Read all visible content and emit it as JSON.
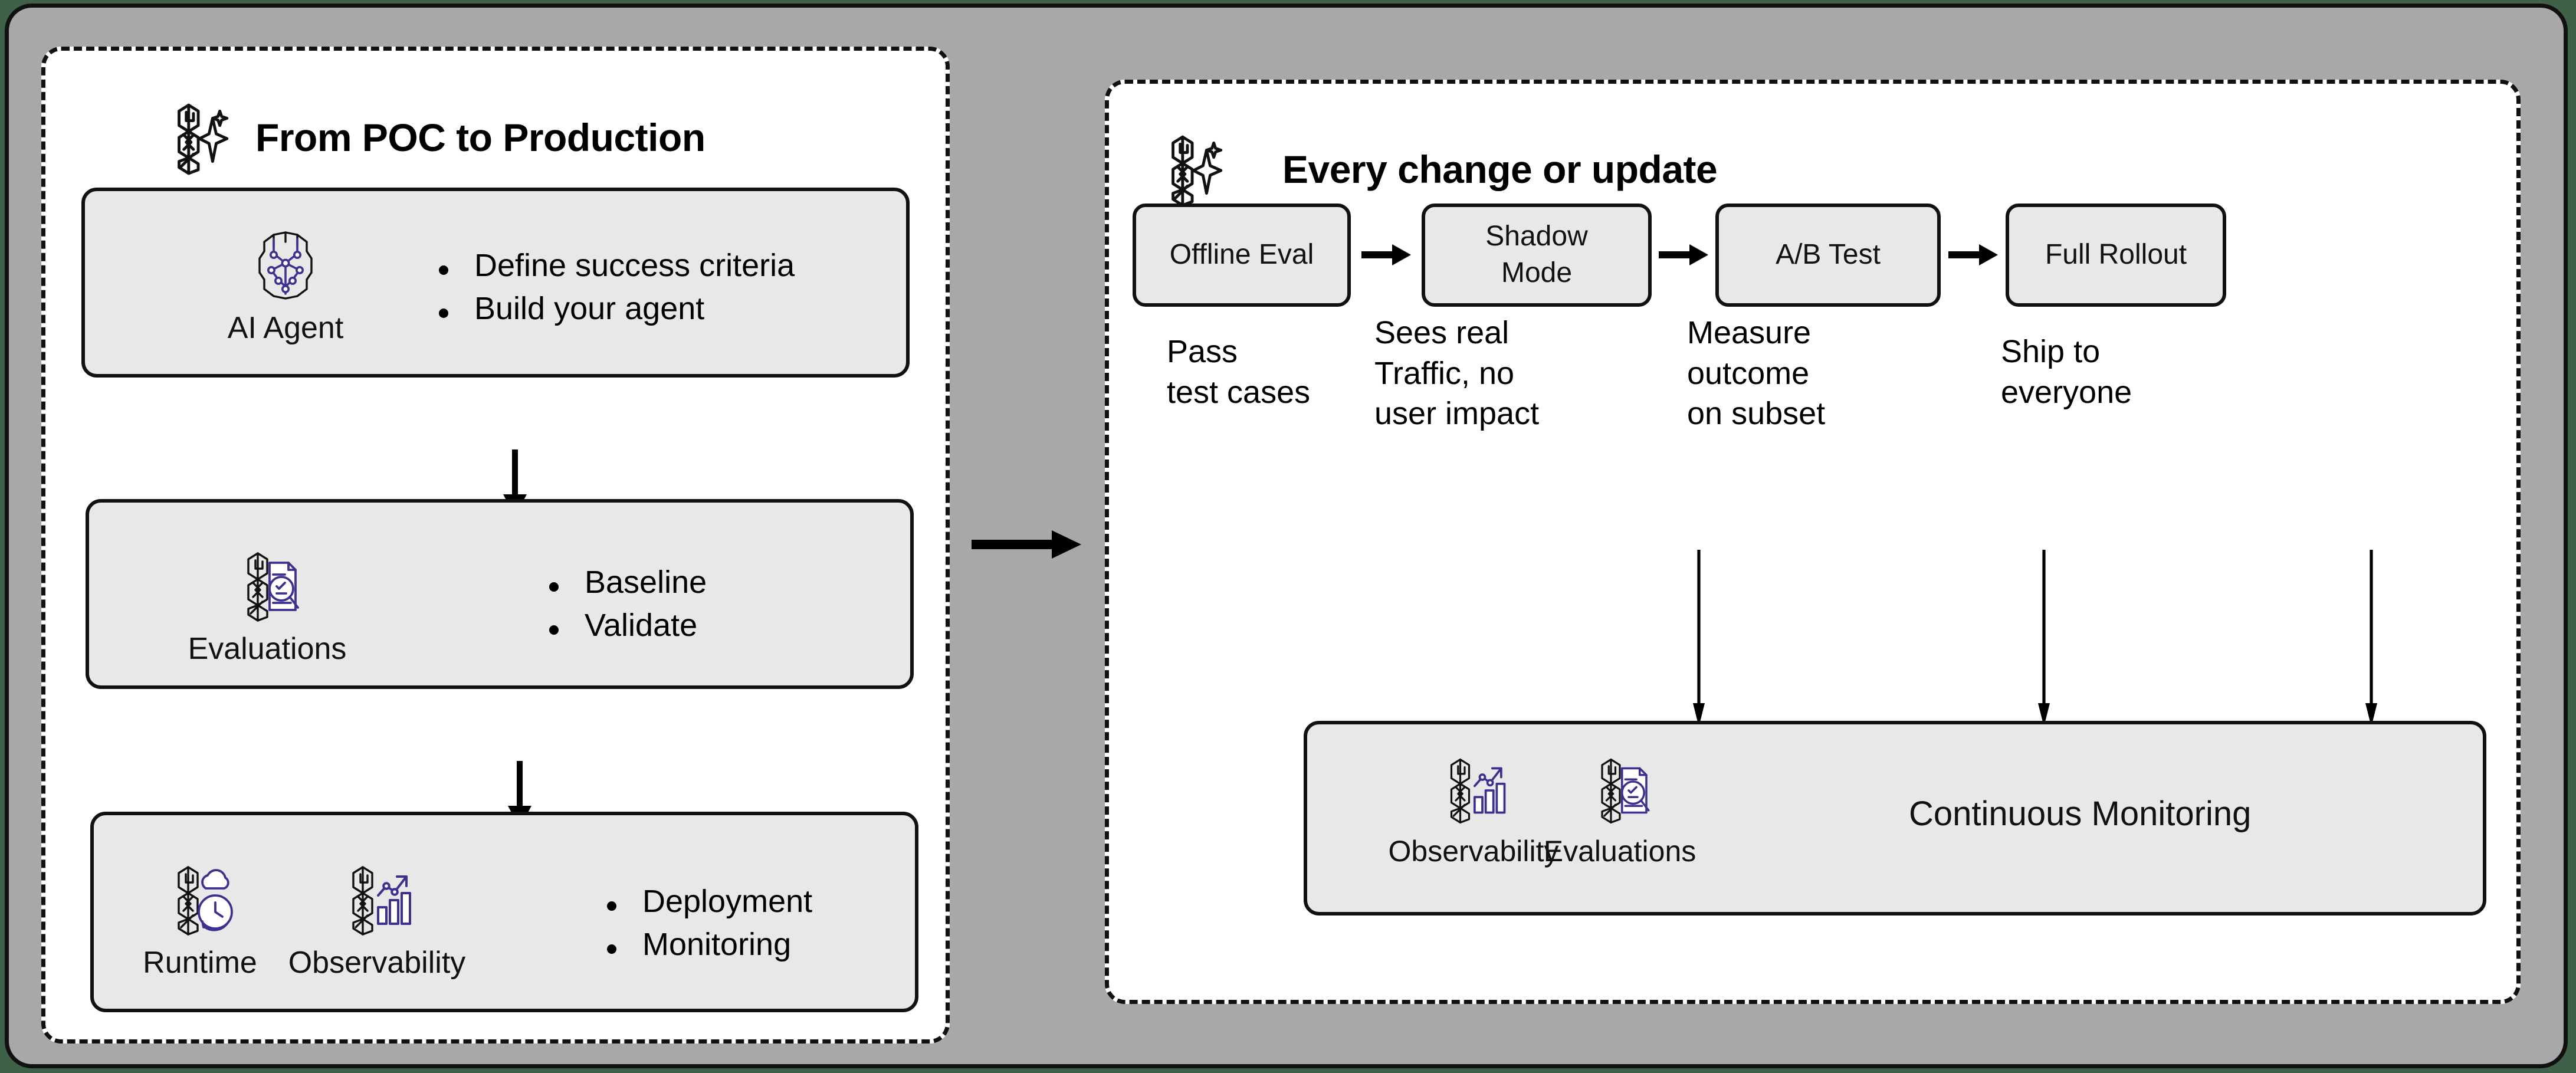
{
  "canvas": {
    "bg_color": "#a8a8a8",
    "outer_bg_color": "#3f6148",
    "border_color": "#111111",
    "card_fill": "#e8e8e8",
    "accent_color": "#3b3290"
  },
  "left_panel": {
    "logo_icon": "ai-sparkle-logo-icon",
    "title": "From POC to Production",
    "cards": [
      {
        "icon": "ai-agent-brain-icon",
        "label": "AI Agent",
        "bullets": [
          "Define success criteria",
          "Build your agent"
        ]
      },
      {
        "icon": "evaluations-document-magnifier-icon",
        "label": "Evaluations",
        "bullets": [
          "Baseline",
          "Validate"
        ]
      },
      {
        "icons": [
          {
            "icon": "runtime-cloud-clock-icon",
            "label": "Runtime"
          },
          {
            "icon": "observability-barchart-icon",
            "label": "Observability"
          }
        ],
        "bullets": [
          "Deployment",
          "Monitoring"
        ]
      }
    ],
    "flow_arrows": [
      "down-arrow",
      "down-arrow"
    ]
  },
  "connector": {
    "icon": "right-arrow-icon"
  },
  "right_panel": {
    "logo_icon": "ai-sparkle-logo-icon",
    "title": "Every change or update",
    "steps": [
      {
        "label": "Offline Eval",
        "caption": "Pass\ntest cases"
      },
      {
        "label": "Shadow\nMode",
        "caption": "Sees real\nTraffic, no\nuser impact"
      },
      {
        "label": "A/B Test",
        "caption": "Measure\noutcome\non subset"
      },
      {
        "label": "Full Rollout",
        "caption": "Ship to\neveryone"
      }
    ],
    "step_arrows": [
      "right-arrow-icon",
      "right-arrow-icon",
      "right-arrow-icon"
    ],
    "down_arrows": [
      "down-arrow-icon",
      "down-arrow-icon",
      "down-arrow-icon"
    ],
    "monitor_card": {
      "icons": [
        {
          "icon": "observability-barchart-icon",
          "label": "Observability"
        },
        {
          "icon": "evaluations-document-magnifier-icon",
          "label": "Evaluations"
        }
      ],
      "text": "Continuous Monitoring"
    }
  }
}
